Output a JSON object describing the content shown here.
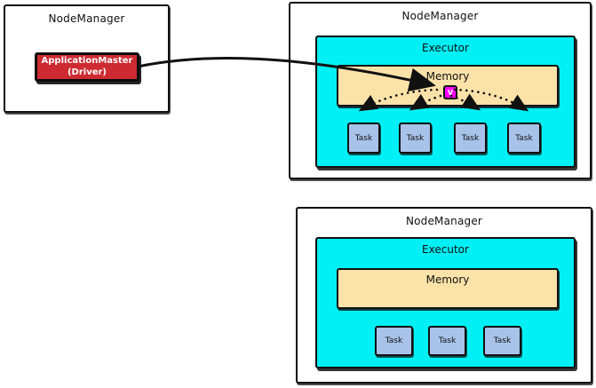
{
  "colors": {
    "executor_bg": "#00f0f5",
    "memory_bg": "#fbe2a9",
    "task_bg": "#a8c3ea",
    "driver_bg": "#cd2b31",
    "variable_bg": "#ff00ff",
    "border": "#111111",
    "arrow": "#111111"
  },
  "nodes": {
    "left": {
      "title": "NodeManager",
      "driver_label_line1": "ApplicationMaster",
      "driver_label_line2": "(Driver)"
    },
    "top_right": {
      "title": "NodeManager",
      "executor_label": "Executor",
      "memory_label": "Memory",
      "variable_label": "V",
      "tasks": [
        "Task",
        "Task",
        "Task",
        "Task"
      ]
    },
    "bottom_right": {
      "title": "NodeManager",
      "executor_label": "Executor",
      "memory_label": "Memory",
      "tasks": [
        "Task",
        "Task",
        "Task"
      ]
    }
  }
}
